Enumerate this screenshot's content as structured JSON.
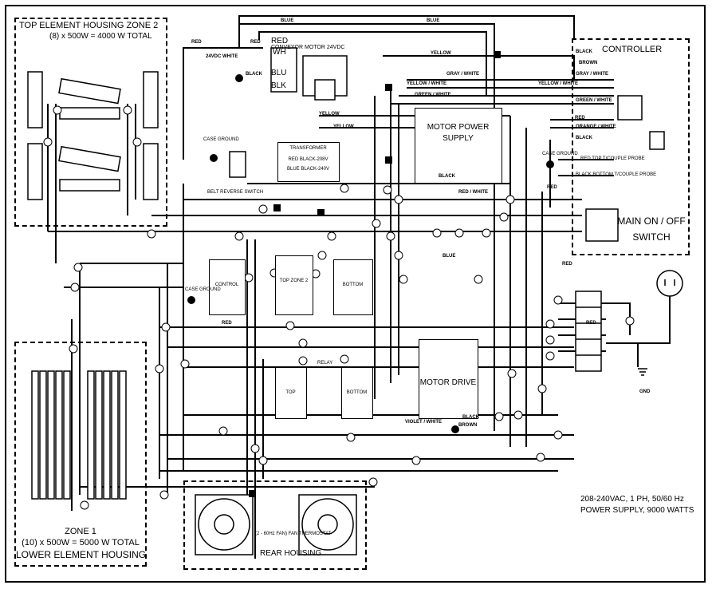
{
  "zone2": {
    "title": "TOP ELEMENT HOUSING     ZONE 2",
    "subtitle": "(8) x 500W = 4000 W TOTAL"
  },
  "zone1": {
    "line1": "ZONE 1",
    "line2": "(10) x 500W = 5000 W TOTAL",
    "line3": "LOWER ELEMENT HOUSING"
  },
  "controller": {
    "title": "CONTROLLER"
  },
  "main_switch": {
    "line1": "MAIN ON / OFF",
    "line2": "SWITCH"
  },
  "motor_power": {
    "line1": "MOTOR POWER",
    "line2": "SUPPLY"
  },
  "motor_drive": {
    "label": "MOTOR DRIVE"
  },
  "conveyor": {
    "label": "CONVEYOR MOTOR 24VDC"
  },
  "case_ground": "CASE GROUND",
  "belt_switch": "BELT REVERSE SWITCH",
  "transformer": {
    "title": "TRANSFORMER",
    "line1": "RED BLACK-208V",
    "line2": "BLUE BLACK-240V"
  },
  "ssr": {
    "control": "CONTROL",
    "top_zone2": "TOP ZONE 2",
    "bottom": "BOTTOM",
    "top": "TOP",
    "bottom2": "BOTTOM",
    "relay": "RELAY"
  },
  "fans": {
    "note": "(2 - 60Hz FAN) FAN THERMOSTAT",
    "housing": "REAR HOUSING"
  },
  "probes": {
    "top": "RED TOP T/COUPLE PROBE",
    "bottom": "BLACK BOTTOM T/COUPLE PROBE"
  },
  "power": {
    "line1": "208-240VAC, 1 PH, 50/60 Hz",
    "line2": "POWER SUPPLY, 9000 WATTS"
  },
  "wire_labels": {
    "blue": "BLUE",
    "red": "RED",
    "yellow": "YELLOW",
    "black": "BLACK",
    "brown": "BROWN",
    "gray_white": "GRAY / WHITE",
    "yellow_white": "YELLOW / WHITE",
    "green_white": "GREEN / WHITE",
    "orange_white": "ORANGE / WHITE",
    "violet_white": "VIOLET / WHITE",
    "red_white": "RED / WHITE",
    "wh": "WH",
    "blu": "BLU",
    "blk": "BLK",
    "v24": "24VDC WHITE",
    "gnd": "GND"
  },
  "colors": {
    "line": "#000000",
    "background": "#ffffff"
  }
}
